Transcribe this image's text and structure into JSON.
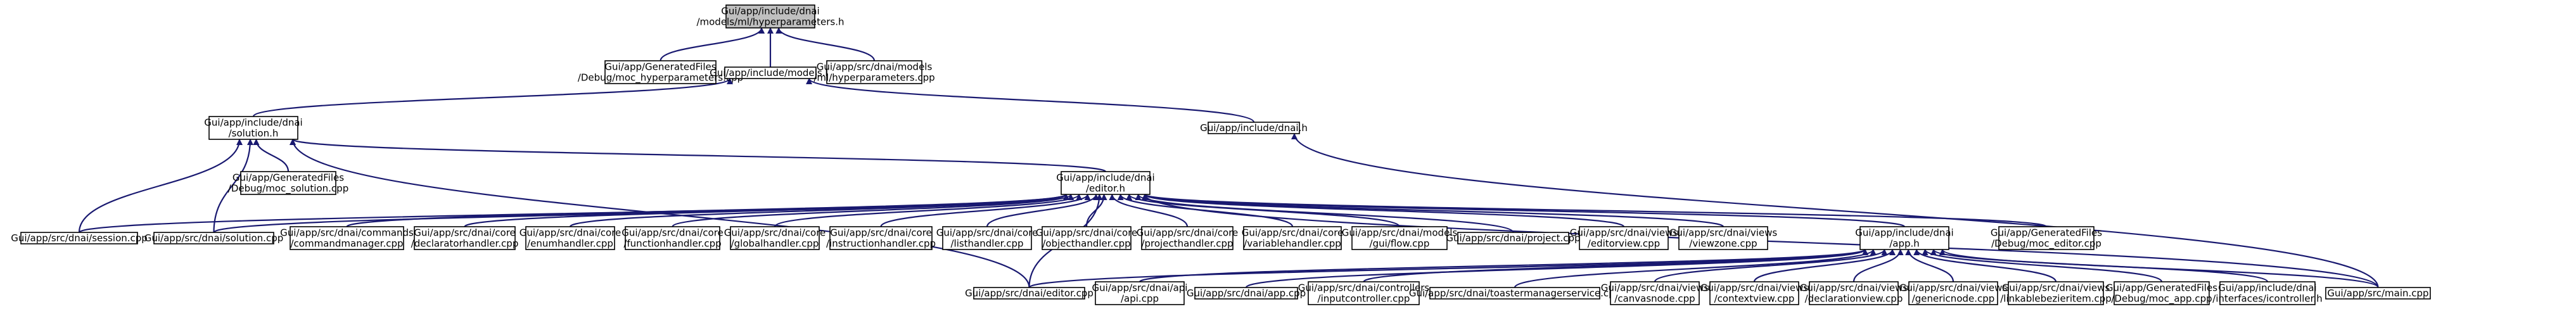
{
  "graph": {
    "edge_color": "#191970",
    "focus_fill": "#bfbfbf",
    "nodes": [
      {
        "id": "hyperparameters",
        "lines": [
          "Gui/app/include/dnai",
          "/models/ml/hyperparameters.h"
        ],
        "focus": true
      },
      {
        "id": "moc_hyperparameters",
        "lines": [
          "Gui/app/GeneratedFiles",
          "/Debug/moc_hyperparameters.cpp"
        ]
      },
      {
        "id": "models_h",
        "lines": [
          "Gui/app/include/models.h"
        ]
      },
      {
        "id": "src_ml_hyperparameters",
        "lines": [
          "Gui/app/src/dnai/models",
          "/ml/hyperparameters.cpp"
        ]
      },
      {
        "id": "solution_h",
        "lines": [
          "Gui/app/include/dnai",
          "/solution.h"
        ]
      },
      {
        "id": "dnai_h",
        "lines": [
          "Gui/app/include/dnai.h"
        ]
      },
      {
        "id": "moc_solution",
        "lines": [
          "Gui/app/GeneratedFiles",
          "/Debug/moc_solution.cpp"
        ]
      },
      {
        "id": "editor_h",
        "lines": [
          "Gui/app/include/dnai",
          "/editor.h"
        ]
      },
      {
        "id": "session_cpp",
        "lines": [
          "Gui/app/src/dnai/session.cpp"
        ]
      },
      {
        "id": "solution_cpp",
        "lines": [
          "Gui/app/src/dnai/solution.cpp"
        ]
      },
      {
        "id": "commandmanager",
        "lines": [
          "Gui/app/src/dnai/commands",
          "/commandmanager.cpp"
        ]
      },
      {
        "id": "declaratorhandler",
        "lines": [
          "Gui/app/src/dnai/core",
          "/declaratorhandler.cpp"
        ]
      },
      {
        "id": "enumhandler",
        "lines": [
          "Gui/app/src/dnai/core",
          "/enumhandler.cpp"
        ]
      },
      {
        "id": "functionhandler",
        "lines": [
          "Gui/app/src/dnai/core",
          "/functionhandler.cpp"
        ]
      },
      {
        "id": "globalhandler",
        "lines": [
          "Gui/app/src/dnai/core",
          "/globalhandler.cpp"
        ]
      },
      {
        "id": "instructionhandler",
        "lines": [
          "Gui/app/src/dnai/core",
          "/instructionhandler.cpp"
        ]
      },
      {
        "id": "listhandler",
        "lines": [
          "Gui/app/src/dnai/core",
          "/listhandler.cpp"
        ]
      },
      {
        "id": "objecthandler",
        "lines": [
          "Gui/app/src/dnai/core",
          "/objecthandler.cpp"
        ]
      },
      {
        "id": "projecthandler",
        "lines": [
          "Gui/app/src/dnai/core",
          "/projecthandler.cpp"
        ]
      },
      {
        "id": "variablehandler",
        "lines": [
          "Gui/app/src/dnai/core",
          "/variablehandler.cpp"
        ]
      },
      {
        "id": "guiflow",
        "lines": [
          "Gui/app/src/dnai/models",
          "/gui/flow.cpp"
        ]
      },
      {
        "id": "project_cpp",
        "lines": [
          "Gui/app/src/dnai/project.cpp"
        ]
      },
      {
        "id": "editorview",
        "lines": [
          "Gui/app/src/dnai/views",
          "/editorview.cpp"
        ]
      },
      {
        "id": "viewzone",
        "lines": [
          "Gui/app/src/dnai/views",
          "/viewzone.cpp"
        ]
      },
      {
        "id": "app_h",
        "lines": [
          "Gui/app/include/dnai",
          "/app.h"
        ]
      },
      {
        "id": "moc_editor",
        "lines": [
          "Gui/app/GeneratedFiles",
          "/Debug/moc_editor.cpp"
        ]
      },
      {
        "id": "editor_cpp",
        "lines": [
          "Gui/app/src/dnai/editor.cpp"
        ]
      },
      {
        "id": "api_cpp",
        "lines": [
          "Gui/app/src/dnai/api",
          "/api.cpp"
        ]
      },
      {
        "id": "app_cpp",
        "lines": [
          "Gui/app/src/dnai/app.cpp"
        ]
      },
      {
        "id": "inputcontroller",
        "lines": [
          "Gui/app/src/dnai/controllers",
          "/inputcontroller.cpp"
        ]
      },
      {
        "id": "toastermanagerservice",
        "lines": [
          "Gui/app/src/dnai/toastermanagerservice.cpp"
        ]
      },
      {
        "id": "canvasnode",
        "lines": [
          "Gui/app/src/dnai/views",
          "/canvasnode.cpp"
        ]
      },
      {
        "id": "contextview",
        "lines": [
          "Gui/app/src/dnai/views",
          "/contextview.cpp"
        ]
      },
      {
        "id": "declarationview",
        "lines": [
          "Gui/app/src/dnai/views",
          "/declarationview.cpp"
        ]
      },
      {
        "id": "genericnode",
        "lines": [
          "Gui/app/src/dnai/views",
          "/genericnode.cpp"
        ]
      },
      {
        "id": "linkablebezieritem",
        "lines": [
          "Gui/app/src/dnai/views",
          "/linkablebezieritem.cpp"
        ]
      },
      {
        "id": "moc_app",
        "lines": [
          "Gui/app/GeneratedFiles",
          "/Debug/moc_app.cpp"
        ]
      },
      {
        "id": "icontroller",
        "lines": [
          "Gui/app/include/dnai",
          "/interfaces/icontroller.h"
        ]
      },
      {
        "id": "main_cpp",
        "lines": [
          "Gui/app/src/main.cpp"
        ]
      }
    ],
    "edges": [
      [
        "hyperparameters",
        "moc_hyperparameters"
      ],
      [
        "hyperparameters",
        "models_h"
      ],
      [
        "hyperparameters",
        "src_ml_hyperparameters"
      ],
      [
        "models_h",
        "solution_h"
      ],
      [
        "models_h",
        "dnai_h"
      ],
      [
        "solution_h",
        "moc_solution"
      ],
      [
        "solution_h",
        "editor_h"
      ],
      [
        "solution_h",
        "session_cpp"
      ],
      [
        "solution_h",
        "solution_cpp"
      ],
      [
        "solution_h",
        "editor_cpp"
      ],
      [
        "dnai_h",
        "main_cpp"
      ],
      [
        "editor_h",
        "session_cpp"
      ],
      [
        "editor_h",
        "solution_cpp"
      ],
      [
        "editor_h",
        "commandmanager"
      ],
      [
        "editor_h",
        "declaratorhandler"
      ],
      [
        "editor_h",
        "enumhandler"
      ],
      [
        "editor_h",
        "functionhandler"
      ],
      [
        "editor_h",
        "globalhandler"
      ],
      [
        "editor_h",
        "instructionhandler"
      ],
      [
        "editor_h",
        "listhandler"
      ],
      [
        "editor_h",
        "objecthandler"
      ],
      [
        "editor_h",
        "projecthandler"
      ],
      [
        "editor_h",
        "variablehandler"
      ],
      [
        "editor_h",
        "guiflow"
      ],
      [
        "editor_h",
        "project_cpp"
      ],
      [
        "editor_h",
        "editorview"
      ],
      [
        "editor_h",
        "viewzone"
      ],
      [
        "editor_h",
        "app_h"
      ],
      [
        "editor_h",
        "moc_editor"
      ],
      [
        "editor_h",
        "editor_cpp"
      ],
      [
        "editor_h",
        "main_cpp"
      ],
      [
        "app_h",
        "editor_cpp"
      ],
      [
        "app_h",
        "api_cpp"
      ],
      [
        "app_h",
        "app_cpp"
      ],
      [
        "app_h",
        "inputcontroller"
      ],
      [
        "app_h",
        "toastermanagerservice"
      ],
      [
        "app_h",
        "canvasnode"
      ],
      [
        "app_h",
        "contextview"
      ],
      [
        "app_h",
        "declarationview"
      ],
      [
        "app_h",
        "genericnode"
      ],
      [
        "app_h",
        "linkablebezieritem"
      ],
      [
        "app_h",
        "moc_app"
      ],
      [
        "app_h",
        "icontroller"
      ],
      [
        "app_h",
        "main_cpp"
      ]
    ]
  }
}
